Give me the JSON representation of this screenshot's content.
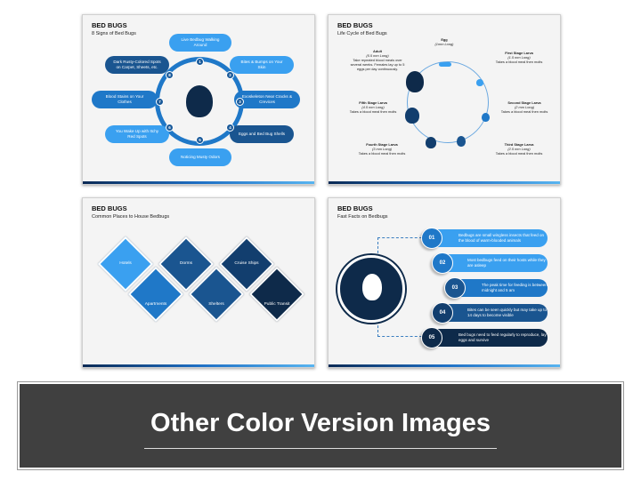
{
  "slides": [
    {
      "title": "BED BUGS",
      "subtitle": "8 Signs of Bed Bugs",
      "signs": [
        {
          "n": "1",
          "text": "Live Bedbug Walking Around"
        },
        {
          "n": "2",
          "text": "Bites & Bumps on Your Skin"
        },
        {
          "n": "3",
          "text": "Exoskeleton Near Cracks & Crevices"
        },
        {
          "n": "4",
          "text": "Eggs and Bed Bug Shells"
        },
        {
          "n": "5",
          "text": "Noticing Musty Odors"
        },
        {
          "n": "6",
          "text": "You Wake Up with Itchy Red Spots"
        },
        {
          "n": "7",
          "text": "Blood Stains on Your Clothes"
        },
        {
          "n": "8",
          "text": "Dark Rusty-Colored Spots on Carpet, Sheets, etc."
        }
      ]
    },
    {
      "title": "BED BUGS",
      "subtitle": "Life Cycle of Bed Bugs",
      "stages": [
        {
          "name": "Egg",
          "size": "(1mm Long)",
          "desc": ""
        },
        {
          "name": "First Stage Larva",
          "size": "(1.5 mm Long)",
          "desc": "Takes a blood meal then molts"
        },
        {
          "name": "Second Stage Larva",
          "size": "(2 mm Long)",
          "desc": "Takes a blood meal then molts"
        },
        {
          "name": "Third Stage Larva",
          "size": "(2.5 mm Long)",
          "desc": "Takes a blood meal then molts"
        },
        {
          "name": "Fourth Stage Larva",
          "size": "(3 mm Long)",
          "desc": "Takes a blood meal then molts"
        },
        {
          "name": "Fifth Stage Larva",
          "size": "(4.5 mm Long)",
          "desc": "Takes a blood meal then molts"
        },
        {
          "name": "Adult",
          "size": "(5.5 mm Long)",
          "desc": "Take repeated blood meals over several weeks. Females lay up to 5 eggs per day continuously."
        }
      ]
    },
    {
      "title": "BED BUGS",
      "subtitle": "Common Places to House Bedbugs",
      "places": [
        "Hotels",
        "Apartments",
        "Dorms",
        "Shelters",
        "Cruise Ships",
        "Public Transit"
      ]
    },
    {
      "title": "BED BUGS",
      "subtitle": "Fast Facts on Bedbugs",
      "facts": [
        {
          "n": "01",
          "text": "Bedbugs are small wingless insects that feed on the blood of warm-blooded animals"
        },
        {
          "n": "02",
          "text": "Most bedbugs feed on their hosts while they are asleep"
        },
        {
          "n": "03",
          "text": "The peak time for feeding is between midnight and 5 am"
        },
        {
          "n": "04",
          "text": "Bites can be seen quickly but may take up to 14 days to become visible"
        },
        {
          "n": "05",
          "text": "Bed bugs need to feed regularly to reproduce, lay eggs and survive"
        }
      ]
    }
  ],
  "banner": {
    "text": "Other Color Version Images"
  },
  "colors": {
    "light": "#3aa0f0",
    "mid": "#1f78c8",
    "dark": "#1a5590",
    "navy": "#0e2a4a",
    "banner": "#404040"
  }
}
